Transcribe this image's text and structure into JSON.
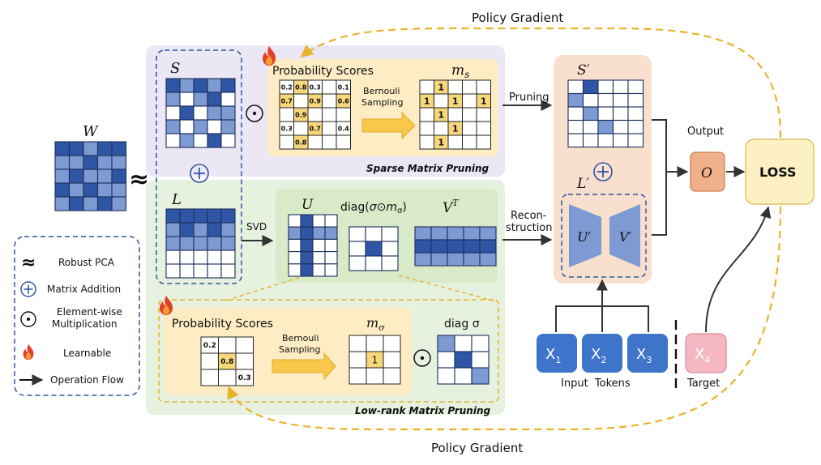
{
  "colors": {
    "dark": "#2f56a4",
    "mid": "#7d9ad2",
    "light": "#d2def1",
    "empty": "#ffffff",
    "gold": "#f7d77c",
    "goldStroke": "#e2ac2f",
    "arrowGold": "#e9b53a",
    "policy": "#e8b32a",
    "sparseBg": "#ebe7f5",
    "lowrankBg": "#e7f1df",
    "probBg": "#fdecc4",
    "outputBg": "#f9dfce",
    "outputBox": "#f0b089",
    "lossBox": "#fdf0c4",
    "tokenBlue": "#3e74c9",
    "tokenPink": "#f5b8c2",
    "uvBlue": "#7d9ad2",
    "text": "#111111",
    "dash": "#2f56a4"
  },
  "icons": {
    "fire": "fire-icon",
    "plus": "plus-circle-icon",
    "dot": "odot-icon",
    "approx": "approx-icon",
    "arrow": "arrow-right-icon"
  },
  "labels": {
    "policy_top": "Policy Gradient",
    "policy_bottom": "Policy Gradient",
    "W": "W",
    "S": "S",
    "L": "L",
    "ms": "m",
    "ms_sub": "s",
    "prob_top": "Probability Scores",
    "prob_bottom": "Probability Scores",
    "bern_top_1": "Bernouli",
    "bern_top_2": "Sampling",
    "bern_bot_1": "Bernouli",
    "bern_bot_2": "Sampling",
    "sparse_title": "Sparse Matrix Pruning",
    "lowrank_title": "Low-rank Matrix Pruning",
    "svd": "SVD",
    "U": "U",
    "diag_pre": "diag(",
    "diag_sigma": "σ⊙m",
    "diag_sub": "σ",
    "diag_post": ")",
    "V": "V",
    "V_sup": "T",
    "recon_1": "Recon-",
    "recon_2": "struction",
    "pruning": "Pruning",
    "S_prime": "S′",
    "L_prime": "L′",
    "U_prime": "U′",
    "V_prime": "V′",
    "output": "Output",
    "O": "O",
    "loss": "LOSS",
    "m_sigma": "m",
    "m_sigma_sub": "σ",
    "diag_sig": "diag σ",
    "x1": "X",
    "x1_sub": "1",
    "x2": "X",
    "x2_sub": "2",
    "x3": "X",
    "x3_sub": "3",
    "x4": "X",
    "x4_sub": "4",
    "input_tokens": "Input  Tokens",
    "target": "Target"
  },
  "legend": {
    "items": [
      {
        "icon": "approx-icon",
        "text": "Robust PCA"
      },
      {
        "icon": "plus-circle-icon",
        "text": "Matrix Addition"
      },
      {
        "icon": "odot-icon",
        "text_1": "Element-wise",
        "text_2": "Multiplication"
      },
      {
        "icon": "fire-icon",
        "text": "Learnable"
      },
      {
        "icon": "arrow-right-icon",
        "text": "Operation Flow"
      }
    ]
  },
  "matrices": {
    "W": [
      [
        2,
        2,
        1,
        2,
        2
      ],
      [
        1,
        1,
        2,
        1,
        1
      ],
      [
        1,
        2,
        1,
        1,
        2
      ],
      [
        2,
        1,
        2,
        1,
        1
      ],
      [
        1,
        2,
        1,
        2,
        1
      ]
    ],
    "S": [
      [
        2,
        1,
        2,
        1,
        2
      ],
      [
        1,
        0,
        1,
        2,
        0
      ],
      [
        0,
        2,
        0,
        1,
        1
      ],
      [
        1,
        0,
        1,
        0,
        1
      ],
      [
        0,
        1,
        0,
        2,
        0
      ]
    ],
    "L": [
      [
        2,
        2,
        2,
        2,
        2
      ],
      [
        1,
        2,
        1,
        2,
        1
      ],
      [
        1,
        1,
        1,
        1,
        1
      ],
      [
        0,
        0,
        0,
        0,
        0
      ],
      [
        0,
        0,
        0,
        0,
        0
      ]
    ],
    "U": [
      [
        0,
        2,
        0,
        0
      ],
      [
        1,
        2,
        1,
        1
      ],
      [
        0,
        2,
        0,
        0
      ],
      [
        0,
        2,
        0,
        0
      ],
      [
        0,
        2,
        0,
        0
      ]
    ],
    "diag": [
      [
        0,
        0,
        0
      ],
      [
        0,
        2,
        0
      ],
      [
        0,
        0,
        0
      ]
    ],
    "VT": [
      [
        1,
        1,
        1,
        1,
        1
      ],
      [
        2,
        2,
        2,
        2,
        2
      ],
      [
        1,
        1,
        1,
        1,
        1
      ]
    ],
    "S_prime": [
      [
        0,
        2,
        0,
        0,
        0
      ],
      [
        1,
        0,
        0,
        0,
        0
      ],
      [
        0,
        1,
        0,
        0,
        0
      ],
      [
        0,
        0,
        1,
        0,
        0
      ],
      [
        0,
        0,
        0,
        0,
        0
      ]
    ],
    "diag_sigma": [
      [
        1,
        0,
        0
      ],
      [
        0,
        2,
        0
      ],
      [
        0,
        0,
        1
      ]
    ]
  },
  "prob_top": {
    "cells": [
      [
        "0.2",
        "0.8",
        "0.3",
        "",
        "0.1"
      ],
      [
        "0.7",
        "",
        "0.9",
        "",
        "0.6"
      ],
      [
        "",
        "0.9",
        "",
        "",
        ""
      ],
      [
        "0.3",
        "",
        "0.7",
        "",
        "0.4"
      ],
      [
        "",
        "0.8",
        "",
        "",
        ""
      ]
    ],
    "highlight": [
      [
        0,
        1
      ],
      [
        1,
        0
      ],
      [
        1,
        2
      ],
      [
        1,
        4
      ],
      [
        2,
        1
      ],
      [
        3,
        2
      ],
      [
        4,
        1
      ]
    ]
  },
  "ms_top": {
    "cells": [
      [
        "",
        "1",
        "",
        "",
        ""
      ],
      [
        "1",
        "",
        "1",
        "",
        "1"
      ],
      [
        "",
        "1",
        "",
        "",
        ""
      ],
      [
        "",
        "",
        "1",
        "",
        ""
      ],
      [
        "",
        "1",
        "",
        "",
        ""
      ]
    ],
    "highlight": [
      [
        0,
        1
      ],
      [
        1,
        0
      ],
      [
        1,
        2
      ],
      [
        1,
        4
      ],
      [
        2,
        1
      ],
      [
        3,
        2
      ],
      [
        4,
        1
      ]
    ]
  },
  "prob_bottom": {
    "cells": [
      [
        "0.2",
        "",
        ""
      ],
      [
        "",
        "0.8",
        ""
      ],
      [
        "",
        "",
        "0.3"
      ]
    ],
    "highlight": [
      [
        1,
        1
      ]
    ]
  },
  "m_sigma": {
    "cells": [
      [
        "",
        "",
        ""
      ],
      [
        "",
        "1",
        ""
      ],
      [
        "",
        "",
        ""
      ]
    ],
    "highlight": [
      [
        1,
        1
      ]
    ]
  }
}
